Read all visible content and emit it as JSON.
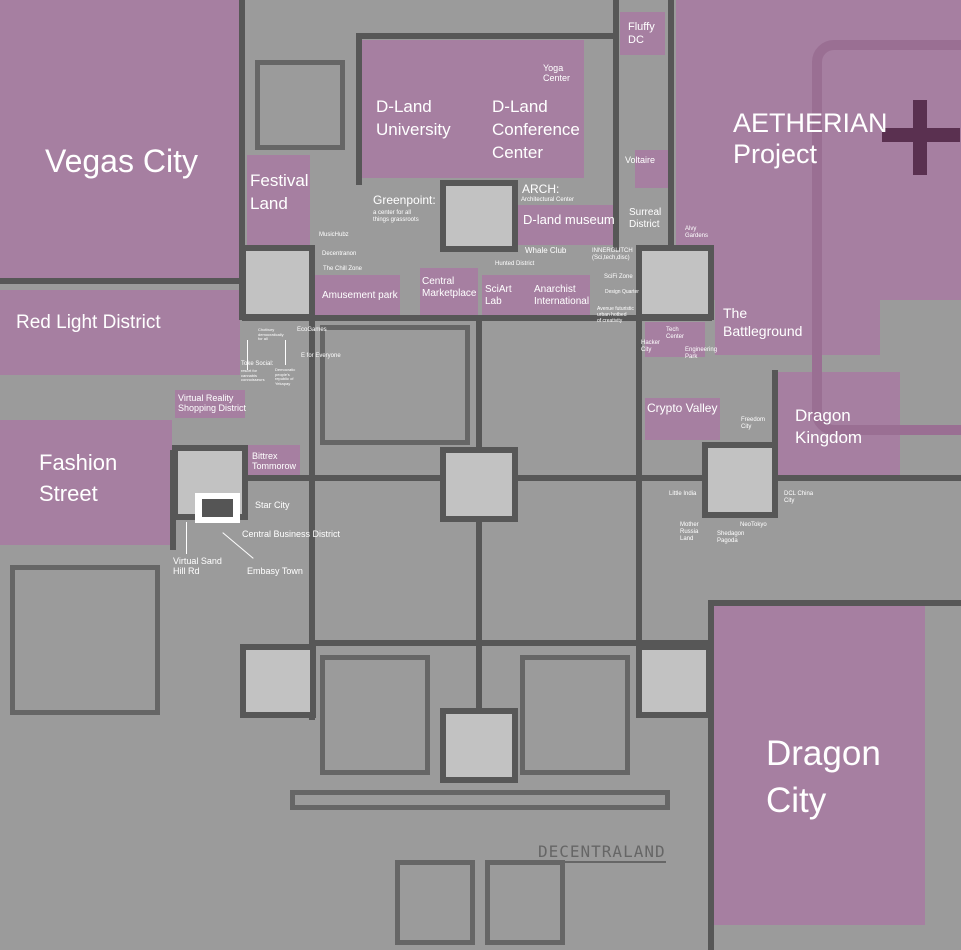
{
  "map": {
    "colors": {
      "background": "#9b9b9b",
      "district": "#a67fa1",
      "road": "#575757",
      "plaza": "#c2c2c2",
      "accent": "#5a3050"
    },
    "logo": "DECENTRALAND",
    "large": [
      "Vegas City",
      "AETHERIAN\nProject",
      "Dragon\nCity",
      "Fashion\nStreet",
      "Dragon\nKingdom",
      "Red Light District",
      "D-Land\nUniversity",
      "D-Land\nConference\nCenter",
      "Festival\nLand"
    ],
    "medium": [
      "Greenpoint:",
      "D-land museum",
      "ARCH:",
      "Surreal\nDistrict",
      "The\nBattleground",
      "Crypto Valley",
      "Amusement park",
      "Central\nMarketplace",
      "SciArt\nLab",
      "Anarchist\nInternational",
      "Virtual Reality\nShopping District",
      "Bittrex\nTommorow",
      "Star City",
      "Central Business District",
      "Virtual Sand\nHill Rd",
      "Embasy Town",
      "Fluffy\nDC",
      "Yoga\nCenter",
      "Voltaire"
    ],
    "small": [
      "a center for all\nthings grassroots",
      "Architectural Center",
      "Whale Club",
      "Hunted District",
      "INNERGLITCH\n(Sci,tech,disc)",
      "SciFi Zone",
      "Design Quarter",
      "Avenue futuristic\nurban hotbed\nof creativity",
      "Alvy\nGardens",
      "Tech\nCenter",
      "Hacker\nCity",
      "Engineering\nPark",
      "Freedom\nCity",
      "Little India",
      "DCL China\nCity",
      "Mother\nRussia\nLand",
      "NeoTokyo",
      "Shedagon\nPagoda",
      "MusicHubz",
      "Decentranon",
      "The Chill Zone",
      "EcoGames",
      "E for Everyone",
      "Toke Social:",
      "resort for\ncannabis\nconnoisseurs",
      "Democratic\npeople's\nrepublic of\nYekapay",
      "Chotbury\ndemocratically\nfor all"
    ]
  }
}
